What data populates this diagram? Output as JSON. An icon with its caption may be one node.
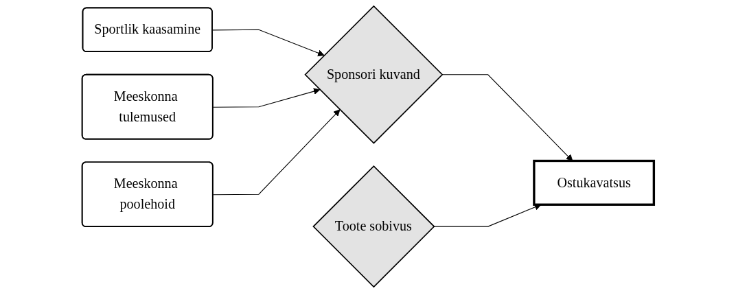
{
  "diagram": {
    "nodes": [
      {
        "text": [
          "Sportlik kaasamine"
        ]
      },
      {
        "text": [
          "Meeskonna tulemused"
        ]
      },
      {
        "text": [
          "Meeskonna poolehoid"
        ]
      },
      {
        "text": [
          "Sponsori kuvand"
        ]
      },
      {
        "text": [
          "Toote sobivus"
        ]
      },
      {
        "text": [
          "Ostukavatsus"
        ]
      }
    ],
    "edges": [
      {
        "from": 0,
        "to": 3,
        "arrow": "to"
      },
      {
        "from": 1,
        "to": 3,
        "arrow": "to"
      },
      {
        "from": 2,
        "to": 3,
        "arrow": "to"
      },
      {
        "from": 3,
        "to": 5,
        "arrow": "to"
      },
      {
        "from": 4,
        "to": 5,
        "arrow": "to"
      }
    ]
  }
}
